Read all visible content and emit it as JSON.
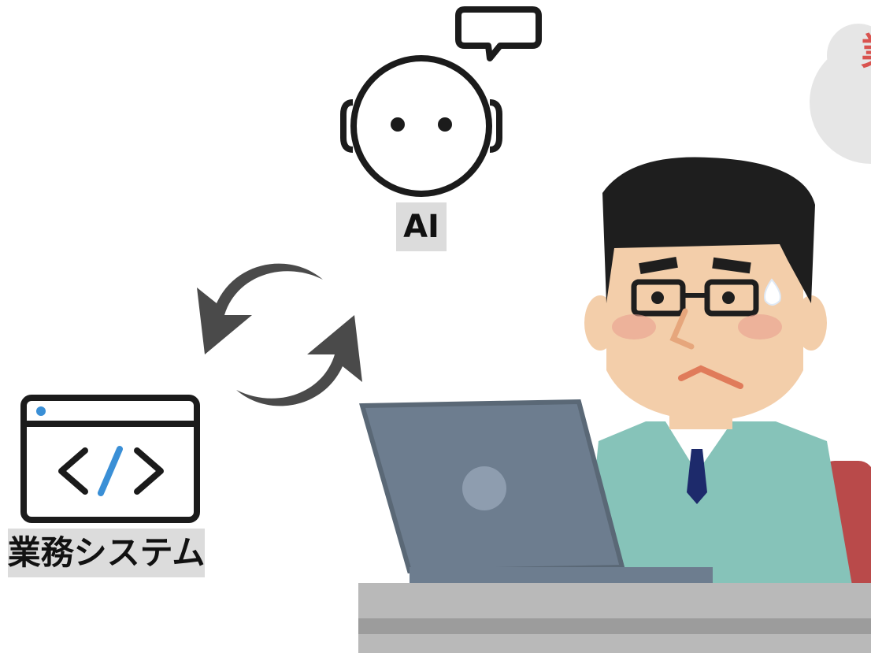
{
  "labels": {
    "ai": "AI",
    "business_system": "業務システム"
  },
  "cloud_text": "業",
  "colors": {
    "label_bg": "#dcdcdc",
    "cloud": "#e6e6e6",
    "cloud_text": "#d9534f",
    "arrows": "#4a4a4a",
    "code_slash": "#3a8fd6",
    "laptop": "#6d7d8f",
    "shirt": "#86c3b9",
    "hair": "#1e1e1e",
    "skin": "#f3ceaa",
    "desk": "#b9b9b9",
    "chair": "#b94a4a"
  },
  "icons": [
    "robot-head-icon",
    "speech-bubble-icon",
    "sync-arrows-icon",
    "code-window-icon",
    "laptop-icon",
    "person-illustration"
  ]
}
